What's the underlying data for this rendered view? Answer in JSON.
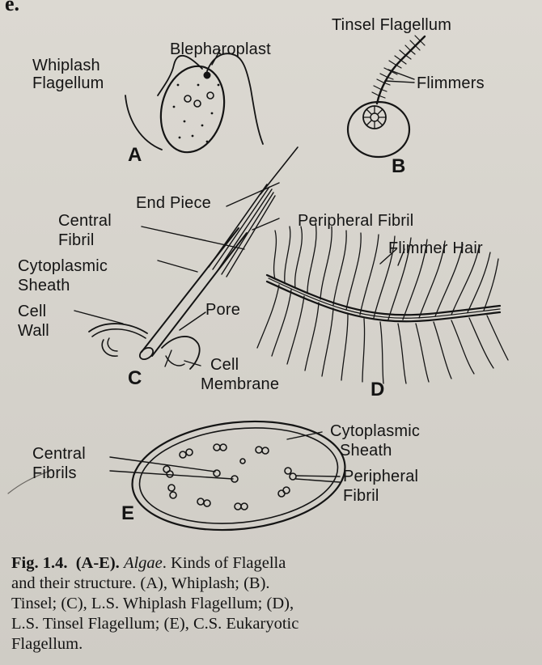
{
  "corner_fragment": "e.",
  "figure": {
    "panels": {
      "A": {
        "letter": "A",
        "labels": {
          "blepharoplast": "Blepharoplast",
          "whiplash_1": "Whiplash",
          "whiplash_2": "Flagellum"
        }
      },
      "B": {
        "letter": "B",
        "labels": {
          "tinsel": "Tinsel Flagellum",
          "flimmers": "Flimmers"
        }
      },
      "C": {
        "letter": "C",
        "labels": {
          "end_piece": "End Piece",
          "central_1": "Central",
          "central_2": "Fibril",
          "peripheral": "Peripheral Fibril",
          "cyto_1": "Cytoplasmic",
          "cyto_2": "Sheath",
          "cell_wall_1": "Cell",
          "cell_wall_2": "Wall",
          "pore": "Pore",
          "membrane_1": "Cell",
          "membrane_2": "Membrane"
        }
      },
      "D": {
        "letter": "D",
        "labels": {
          "flimmer_hair": "Flimmer Hair"
        }
      },
      "E": {
        "letter": "E",
        "labels": {
          "cyto_1": "Cytoplasmic",
          "cyto_2": "Sheath",
          "central_1": "Central",
          "central_2": "Fibrils",
          "peripheral_1": "Peripheral",
          "peripheral_2": "Fibril"
        }
      }
    }
  },
  "caption": {
    "fig_no": "Fig. 1.4.",
    "range": "(A-E).",
    "genus": "Algae",
    "line1_rest": ". Kinds of Flagella",
    "line2": "and their structure. (A), Whiplash; (B).",
    "line3": "Tinsel; (C), L.S. Whiplash Flagellum; (D),",
    "line4": "L.S. Tinsel Flagellum; (E), C.S. Eukaryotic",
    "line5": "Flagellum."
  },
  "colors": {
    "ink": "#141414",
    "paper": "#d7d4cd"
  }
}
